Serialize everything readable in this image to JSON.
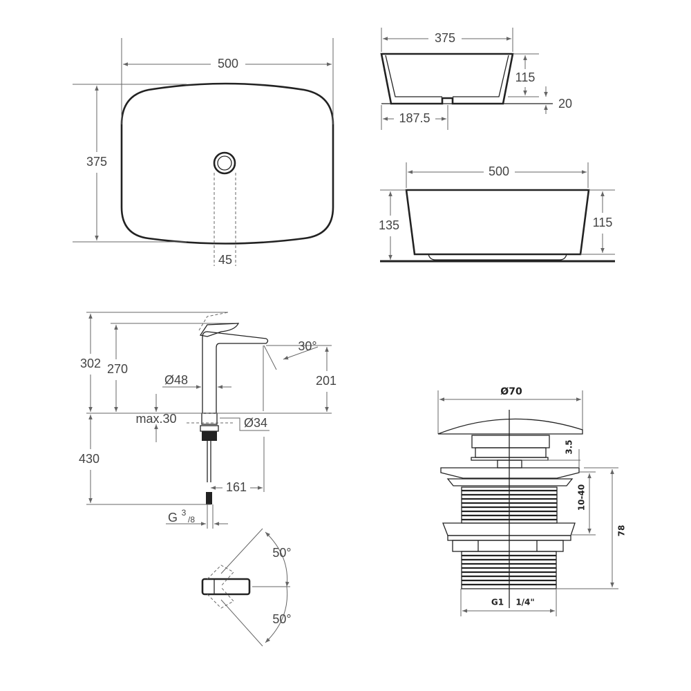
{
  "basin_top_view": {
    "width": "500",
    "depth": "375",
    "drain_offset": "45"
  },
  "basin_side_view": {
    "depth": "375",
    "height": "115",
    "base": "20",
    "drain_position": "187.5"
  },
  "basin_front_view": {
    "width": "500",
    "total_height": "135",
    "bowl_height": "115"
  },
  "faucet_side_view": {
    "total_height": "302",
    "handle_height": "270",
    "spout_height": "201",
    "spout_angle": "30°",
    "body_diameter": "Ø48",
    "deck_thickness": "max.30",
    "hole_diameter": "Ø34",
    "hose_length": "430",
    "spout_reach": "161",
    "connection_g": "G",
    "connection_num": "3",
    "connection_den": "/8"
  },
  "faucet_top_view": {
    "angle_up": "50°",
    "angle_down": "50°"
  },
  "drain_valve": {
    "diameter": "Ø70",
    "gap": "3.5",
    "clamp_range": "10-40",
    "height": "78",
    "thread_g": "G1",
    "thread_size": "1/4\""
  }
}
